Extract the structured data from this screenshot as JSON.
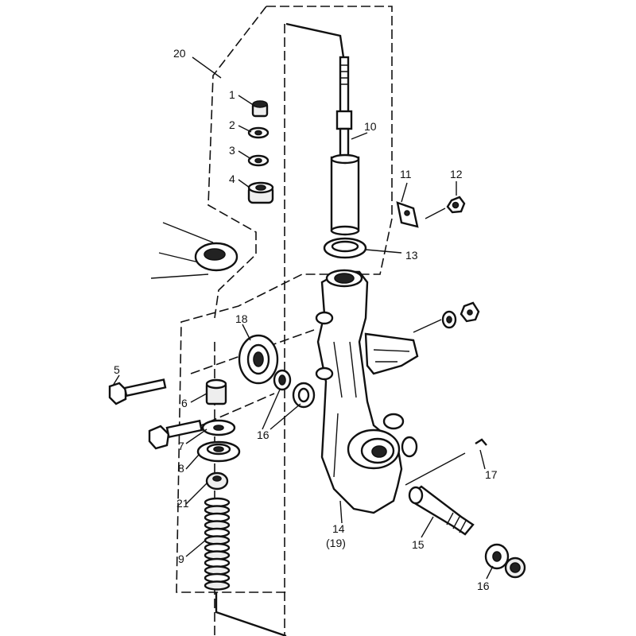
{
  "diagram": {
    "callouts": [
      {
        "id": "c1",
        "text": "1"
      },
      {
        "id": "c2",
        "text": "2"
      },
      {
        "id": "c3",
        "text": "3"
      },
      {
        "id": "c4",
        "text": "4"
      },
      {
        "id": "c5",
        "text": "5"
      },
      {
        "id": "c6",
        "text": "6"
      },
      {
        "id": "c7",
        "text": "7"
      },
      {
        "id": "c8",
        "text": "8"
      },
      {
        "id": "c9",
        "text": "9"
      },
      {
        "id": "c10",
        "text": "10"
      },
      {
        "id": "c11",
        "text": "11"
      },
      {
        "id": "c12",
        "text": "12"
      },
      {
        "id": "c13",
        "text": "13"
      },
      {
        "id": "c14",
        "text": "14"
      },
      {
        "id": "c14b",
        "text": "(19)"
      },
      {
        "id": "c15",
        "text": "15"
      },
      {
        "id": "c16a",
        "text": "16"
      },
      {
        "id": "c16b",
        "text": "16"
      },
      {
        "id": "c17",
        "text": "17"
      },
      {
        "id": "c18",
        "text": "18"
      },
      {
        "id": "c20",
        "text": "20"
      },
      {
        "id": "c21",
        "text": "21"
      }
    ]
  }
}
